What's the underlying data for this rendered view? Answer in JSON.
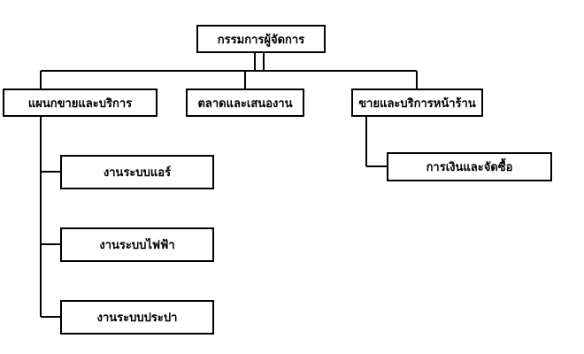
{
  "diagram": {
    "type": "org-chart",
    "line_color": "#000000",
    "root": {
      "label": "กรรมการผู้จัดการ"
    },
    "level2": [
      {
        "label": "แผนกขายและบริการ"
      },
      {
        "label": "ตลาดและเสนองาน"
      },
      {
        "label": "ขายและบริการหน้าร้าน"
      }
    ],
    "service_children": [
      {
        "label": "งานระบบแอร์"
      },
      {
        "label": "งานระบบไฟฟ้า"
      },
      {
        "label": "งานระบบประปา"
      }
    ],
    "frontstore_children": [
      {
        "label": "การเงินและจัดซื้อ"
      }
    ]
  }
}
